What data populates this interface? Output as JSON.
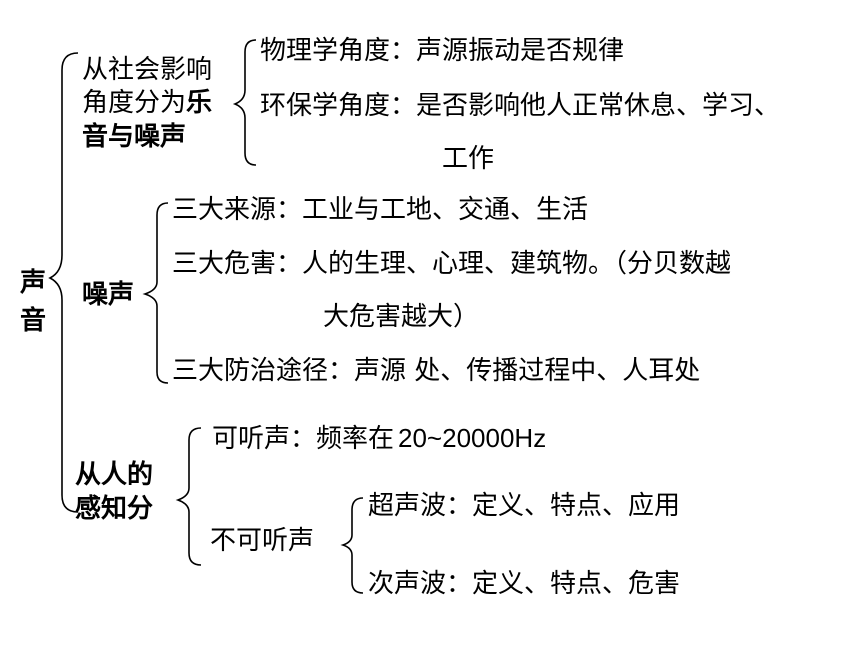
{
  "root": {
    "label_line1": "声",
    "label_line2": "音"
  },
  "social": {
    "line1": "从社会影响",
    "line2_normal": "角度分为",
    "line2_bold": "乐",
    "line3": "音与噪声",
    "physics": "物理学角度：声源振动是否规律",
    "environment_line1": "环保学角度：是否影响他人正常休息、学习、",
    "environment_line2": "工作"
  },
  "noise": {
    "label": "噪声",
    "sources": "三大来源：工业与工地、交通、生活",
    "hazards_line1": "三大危害：人的生理、心理、建筑物。（分贝数越",
    "hazards_line2": "大危害越大）",
    "control": "三大防治途径：声源 处、传播过程中、人耳处"
  },
  "perception": {
    "line1": "从人的",
    "line2": "感知分",
    "audible_label": "可听声：频率在",
    "audible_range": "20~20000Hz",
    "inaudible": "不可听声",
    "ultrasound": "超声波：定义、特点、应用",
    "infrasound": "次声波：定义、特点、危害"
  }
}
